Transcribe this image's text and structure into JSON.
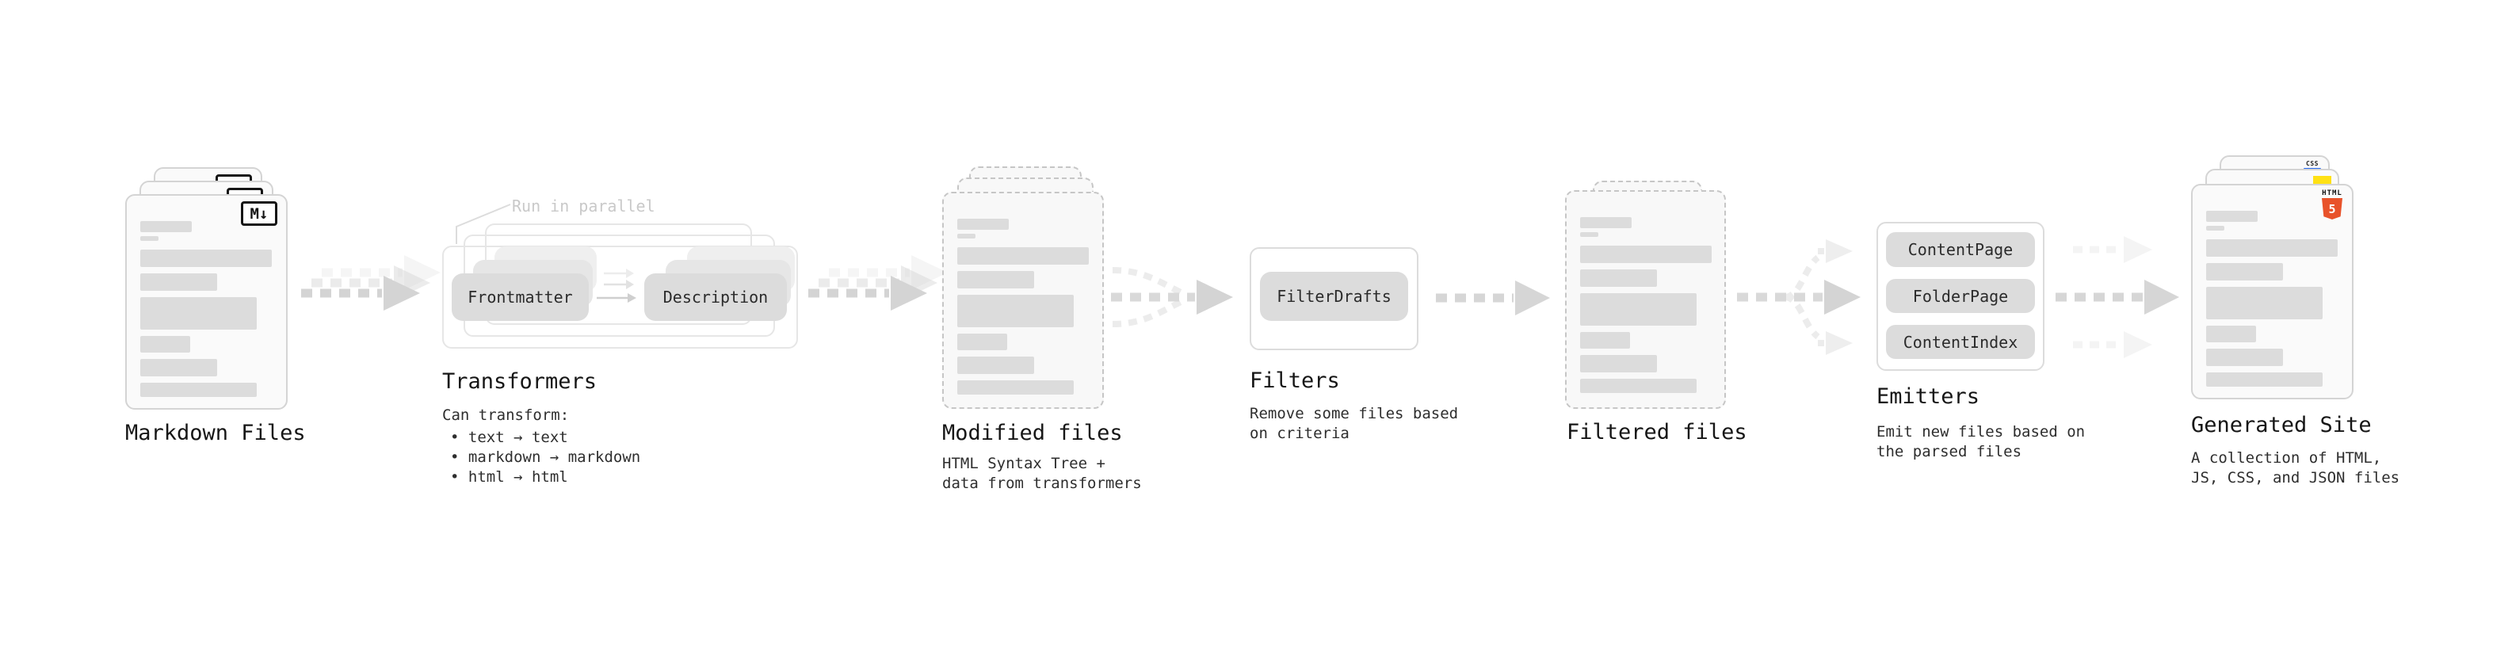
{
  "diagram": {
    "background": "#ffffff",
    "accent_colors": {
      "html5_orange": "#e8522a",
      "js_yellow": "#ffe114",
      "css_blue": "#2669f0",
      "arrow_gray": "#d4d4d4",
      "muted_gray": "#c9c9c9"
    }
  },
  "markdown_files": {
    "title": "Markdown Files",
    "badge_label": "M↓"
  },
  "transformers": {
    "annotation": "Run in parallel",
    "pill_left": "Frontmatter",
    "pill_right": "Description",
    "title": "Transformers",
    "caption_heading": "Can transform:",
    "bullets": [
      "• text → text",
      "• markdown → markdown",
      "• html → html"
    ]
  },
  "modified_files": {
    "title": "Modified files",
    "caption_line1": "HTML Syntax Tree +",
    "caption_line2": "data from transformers"
  },
  "filters": {
    "pill": "FilterDrafts",
    "title": "Filters",
    "caption_line1": "Remove some files based",
    "caption_line2": "on criteria"
  },
  "filtered_files": {
    "title": "Filtered files"
  },
  "emitters": {
    "pills": [
      "ContentPage",
      "FolderPage",
      "ContentIndex"
    ],
    "title": "Emitters",
    "caption_line1": "Emit new files based on",
    "caption_line2": "the parsed files"
  },
  "generated_site": {
    "title": "Generated Site",
    "caption_line1": "A collection of HTML,",
    "caption_line2": "JS, CSS, and JSON files",
    "badge_css_label": "CSS",
    "badge_html_label": "HTML",
    "badge_html_number": "5"
  }
}
